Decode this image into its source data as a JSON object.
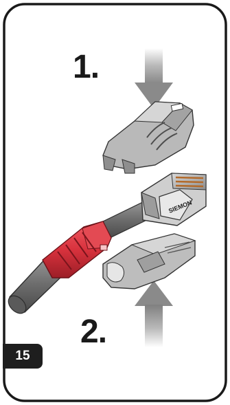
{
  "steps": {
    "first": "1.",
    "second": "2."
  },
  "badge": {
    "number": "15"
  },
  "connector": {
    "brand_text": "SIEMON"
  },
  "colors": {
    "frame": "#1a1a1a",
    "boot": "#d8323d",
    "cable": "#7c7c7c",
    "arrow": "#8a8a8a",
    "badge_bg": "#1e1e1e"
  },
  "icons": [
    "down-arrow-icon",
    "up-arrow-icon"
  ]
}
